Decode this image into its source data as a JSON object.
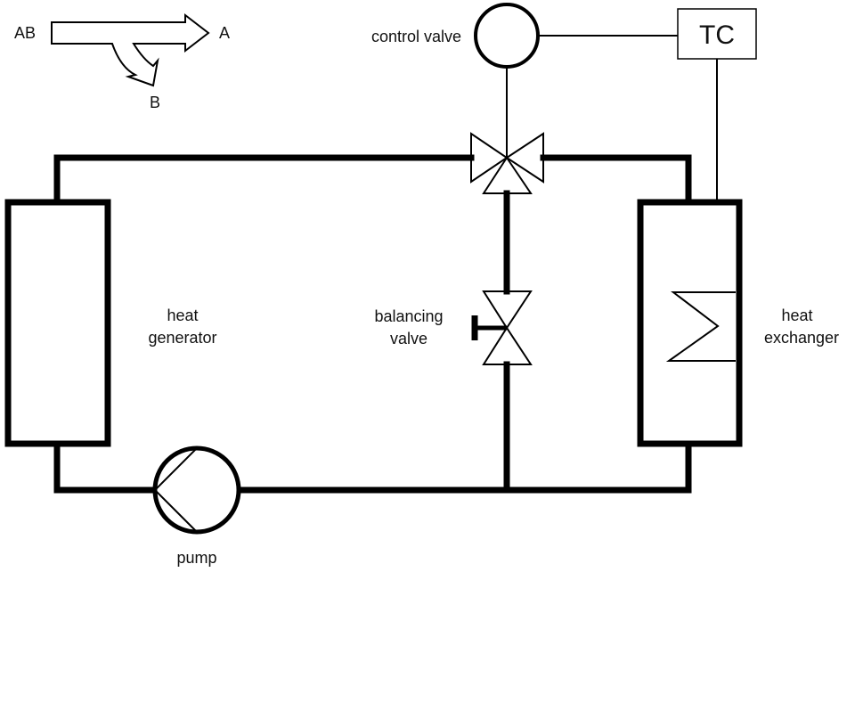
{
  "legend": {
    "port_ab": "AB",
    "port_a": "A",
    "port_b": "B"
  },
  "labels": {
    "control_valve": "control valve",
    "tc": "TC",
    "heat_generator_line1": "heat",
    "heat_generator_line2": "generator",
    "balancing_valve_line1": "balancing",
    "balancing_valve_line2": "valve",
    "heat_exchanger_line1": "heat",
    "heat_exchanger_line2": "exchanger",
    "pump": "pump"
  },
  "colors": {
    "line": "#000000",
    "background": "#ffffff"
  }
}
